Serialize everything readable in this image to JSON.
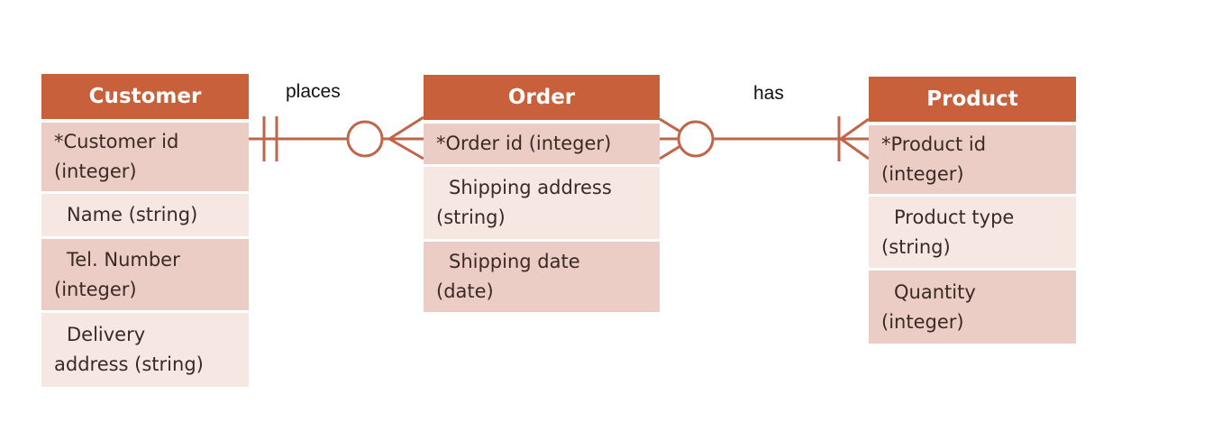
{
  "entities": {
    "customer": {
      "title": "Customer",
      "attributes": [
        {
          "line1": "*Customer id",
          "line2": "(integer)"
        },
        {
          "line1": "Name (string)",
          "line2": ""
        },
        {
          "line1": "Tel. Number",
          "line2": "(integer)"
        },
        {
          "line1": "Delivery",
          "line2": "address (string)"
        }
      ]
    },
    "order": {
      "title": "Order",
      "attributes": [
        {
          "line1": "*Order id (integer)",
          "line2": ""
        },
        {
          "line1": "Shipping address",
          "line2": "(string)"
        },
        {
          "line1": "Shipping date",
          "line2": "(date)"
        }
      ]
    },
    "product": {
      "title": "Product",
      "attributes": [
        {
          "line1": "*Product id",
          "line2": "(integer)"
        },
        {
          "line1": "Product type",
          "line2": "(string)"
        },
        {
          "line1": "Quantity",
          "line2": "(integer)"
        }
      ]
    }
  },
  "relationships": {
    "places": {
      "label": "places",
      "from": "Customer",
      "to": "Order",
      "from_cardinality": "exactly one",
      "to_cardinality": "zero or many"
    },
    "has": {
      "label": "has",
      "from": "Order",
      "to": "Product",
      "from_cardinality": "zero or many",
      "to_cardinality": "one or many"
    }
  },
  "colors": {
    "header": "#c8613b",
    "row_dark": "#ebcdc6",
    "row_light": "#f6e7e3",
    "connector": "#c0654a"
  }
}
